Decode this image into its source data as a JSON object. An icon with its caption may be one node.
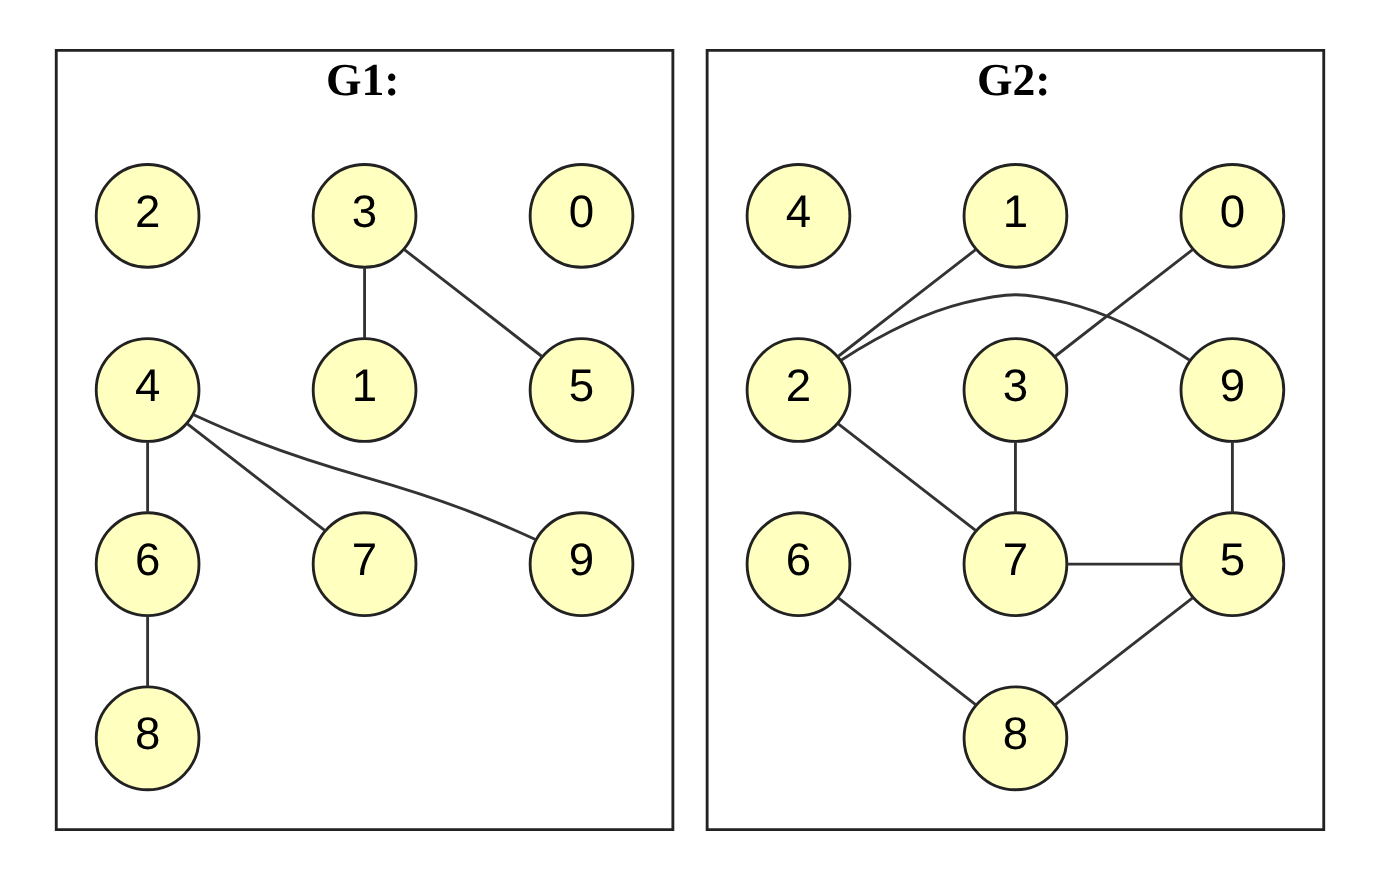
{
  "diagram": {
    "nodes": [
      {
        "text": [
          "G1:"
        ]
      },
      {
        "text": [
          "0"
        ],
        "in": 0
      },
      {
        "text": [
          "3"
        ],
        "in": 0
      },
      {
        "text": [
          "2"
        ],
        "in": 0
      },
      {
        "text": [
          "1"
        ],
        "in": 0
      },
      {
        "text": [
          "4"
        ],
        "in": 0
      },
      {
        "text": [
          "5"
        ],
        "in": 0
      },
      {
        "text": [
          "6"
        ],
        "in": 0
      },
      {
        "text": [
          "7"
        ],
        "in": 0
      },
      {
        "text": [
          "9"
        ],
        "in": 0
      },
      {
        "text": [
          "8"
        ],
        "in": 0
      },
      {
        "text": [
          "G2:"
        ]
      },
      {
        "text": [
          "0"
        ],
        "in": 11
      },
      {
        "text": [
          "1"
        ],
        "in": 11
      },
      {
        "text": [
          "4"
        ],
        "in": 11
      },
      {
        "text": [
          "3"
        ],
        "in": 11
      },
      {
        "text": [
          "2"
        ],
        "in": 11
      },
      {
        "text": [
          "9"
        ],
        "in": 11
      },
      {
        "text": [
          "7"
        ],
        "in": 11
      },
      {
        "text": [
          "5"
        ],
        "in": 11
      },
      {
        "text": [
          "6"
        ],
        "in": 11
      },
      {
        "text": [
          "8"
        ],
        "in": 11
      }
    ],
    "edges": [
      {
        "from": 2,
        "to": 4,
        "arrow": "none"
      },
      {
        "from": 2,
        "to": 6,
        "arrow": "none"
      },
      {
        "from": 5,
        "to": 7,
        "arrow": "none"
      },
      {
        "from": 5,
        "to": 8,
        "arrow": "none"
      },
      {
        "from": 5,
        "to": 9,
        "arrow": "none"
      },
      {
        "from": 7,
        "to": 10,
        "arrow": "none"
      },
      {
        "from": 12,
        "to": 15,
        "arrow": "none"
      },
      {
        "from": 13,
        "to": 16,
        "arrow": "none"
      },
      {
        "from": 15,
        "to": 18,
        "arrow": "none"
      },
      {
        "from": 16,
        "to": 17,
        "arrow": "none"
      },
      {
        "from": 16,
        "to": 18,
        "arrow": "none"
      },
      {
        "from": 18,
        "to": 19,
        "arrow": "none"
      },
      {
        "from": 17,
        "to": 19,
        "arrow": "none"
      },
      {
        "from": 19,
        "to": 21,
        "arrow": "none"
      },
      {
        "from": 20,
        "to": 21,
        "arrow": "none"
      }
    ]
  }
}
